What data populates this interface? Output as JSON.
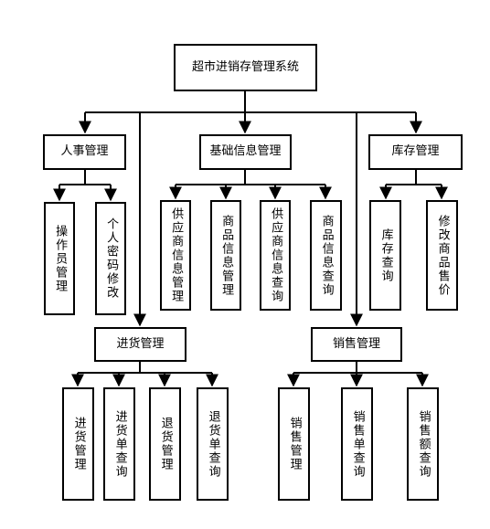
{
  "root": "超市进销存管理系统",
  "modules": {
    "personnel": "人事管理",
    "basic_info": "基础信息管理",
    "inventory": "库存管理",
    "purchase": "进货管理",
    "sales": "销售管理"
  },
  "leaves": {
    "operator_mgmt": "操作员管理",
    "password_change": "个人密码修改",
    "supplier_mgmt": "供应商信息管理",
    "product_mgmt": "商品信息管理",
    "supplier_query": "供应商信息查询",
    "product_query": "商品信息查询",
    "stock_query": "库存查询",
    "price_change": "修改商品售价",
    "purchase_mgmt": "进货管理",
    "purchase_order_query": "进货单查询",
    "return_mgmt": "退货管理",
    "return_order_query": "退货单查询",
    "sales_mgmt": "销售管理",
    "sales_order_query": "销售单查询",
    "sales_amount_query": "销售额查询"
  }
}
